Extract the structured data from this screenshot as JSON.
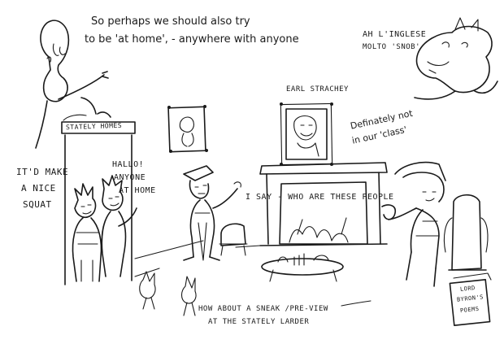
{
  "captions": {
    "top_line1": "So perhaps we should also try",
    "top_line2": "to be 'at home', - anywhere with anyone",
    "italian_line1": "AH L'INGLESE",
    "italian_line2": "MOLTO 'SNOB'",
    "earl": "EARL STRACHEY",
    "class_line1": "Definately not",
    "class_line2": "in our 'class'",
    "stately_homes": "STATELY HOMES",
    "nice_line1": "IT'D MAKE",
    "nice_line2": "A NICE",
    "nice_line3": "SQUAT",
    "hallo_line1": "HALLO!",
    "hallo_line2": "ANYONE",
    "hallo_line3": "AT HOME",
    "who": "I SAY - WHO ARE THESE PEOPLE",
    "sneak_line1": "HOW ABOUT A SNEAK /PRE-VIEW",
    "sneak_line2": "AT THE STATELY LARDER",
    "book_line1": "LORD",
    "book_line2": "BYRON'S",
    "book_line3": "POEMS"
  }
}
